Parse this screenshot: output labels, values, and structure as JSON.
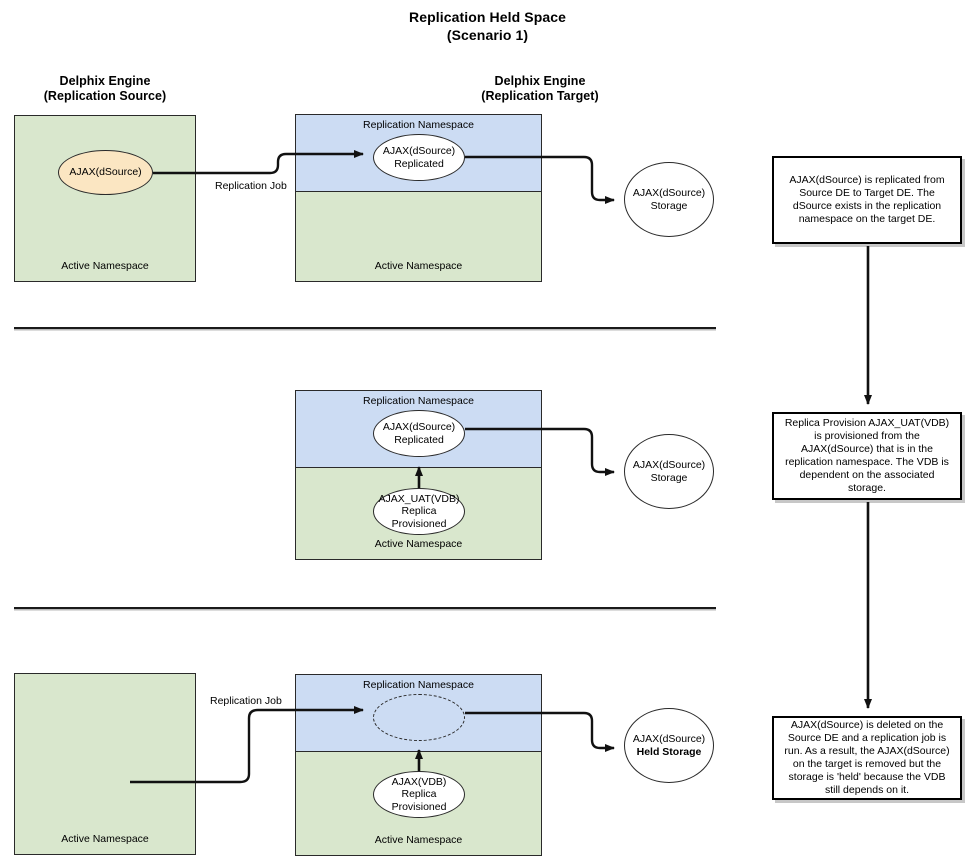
{
  "title": {
    "line1": "Replication Held Space",
    "line2": "(Scenario 1)"
  },
  "headers": {
    "source": {
      "line1": "Delphix Engine",
      "line2": "(Replication Source)"
    },
    "target": {
      "line1": "Delphix Engine",
      "line2": "(Replication Target)"
    }
  },
  "labels": {
    "active_namespace": "Active Namespace",
    "replication_namespace": "Replication Namespace",
    "replication_job": "Replication Job"
  },
  "rows": [
    {
      "id": "row-1",
      "source": {
        "namespace_label": "Active Namespace",
        "node": {
          "line1": "AJAX(dSource)",
          "line2": ""
        }
      },
      "edge_label": "Replication Job",
      "target": {
        "replication_label": "Replication Namespace",
        "active_label": "Active Namespace",
        "replicated_node": {
          "line1": "AJAX(dSource)",
          "line2": "Replicated"
        },
        "vdb_node": null
      },
      "storage": {
        "line1": "AJAX(dSource)",
        "line2": "Storage",
        "line2_bold": false
      },
      "note": "AJAX(dSource) is replicated from Source DE to Target DE.  The dSource exists in the replication namespace on the target DE."
    },
    {
      "id": "row-2",
      "source": null,
      "edge_label": null,
      "target": {
        "replication_label": "Replication Namespace",
        "active_label": "Active Namespace",
        "replicated_node": {
          "line1": "AJAX(dSource)",
          "line2": "Replicated"
        },
        "vdb_node": {
          "line1": "AJAX_UAT(VDB)",
          "line2": "Replica Provisioned"
        }
      },
      "storage": {
        "line1": "AJAX(dSource)",
        "line2": "Storage",
        "line2_bold": false
      },
      "note": "Replica Provision AJAX_UAT(VDB) is provisioned from the AJAX(dSource) that is in the replication namespace.  The VDB is dependent on the associated storage."
    },
    {
      "id": "row-3",
      "source": {
        "namespace_label": "Active Namespace",
        "node": null
      },
      "edge_label": "Replication Job",
      "target": {
        "replication_label": "Replication Namespace",
        "active_label": "Active Namespace",
        "replicated_node": {
          "line1": "",
          "line2": ""
        },
        "vdb_node": {
          "line1": "AJAX(VDB)",
          "line2": "Replica Provisioned"
        }
      },
      "storage": {
        "line1": "AJAX(dSource)",
        "line2": "Held Storage",
        "line2_bold": true
      },
      "note": "AJAX(dSource) is deleted on the Source DE and a replication job is run.  As a result, the AJAX(dSource) on the target is removed but the storage is 'held' because the VDB still depends on it."
    }
  ],
  "notes_text": {
    "note_1": "AJAX(dSource) is replicated from Source DE to Target DE.  The dSource exists in the replication namespace on the target DE.",
    "note_2": "Replica Provision AJAX_UAT(VDB) is provisioned from the AJAX(dSource) that is in the replication namespace.  The VDB is dependent on the associated storage.",
    "note_3": "AJAX(dSource) is deleted on the Source DE and a replication job is run.  As a result, the AJAX(dSource) on the target is removed but the storage is 'held' because the VDB still depends on it."
  },
  "colors": {
    "active_namespace_fill": "#d9e7cd",
    "replication_namespace_fill": "#ccdcf3",
    "dsource_fill": "#fbe6c2",
    "stroke": "#2a2a2a",
    "note_border": "#000000"
  }
}
